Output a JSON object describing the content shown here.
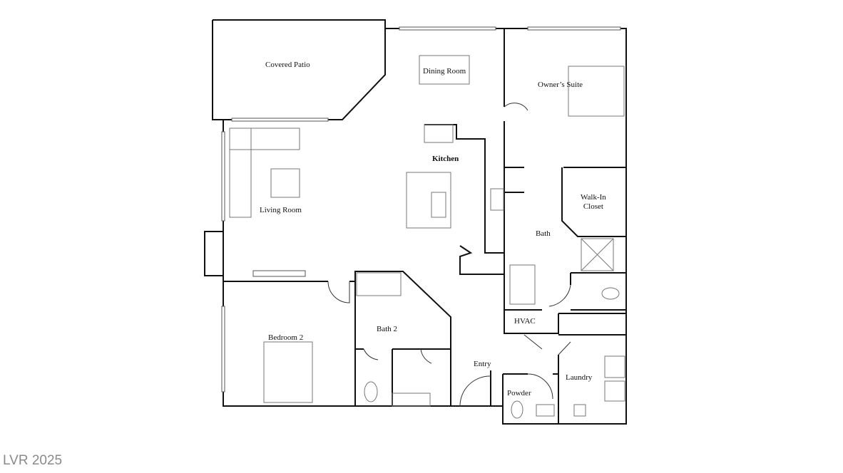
{
  "rooms": {
    "covered_patio": "Covered Patio",
    "dining_room": "Dining Room",
    "owners_suite": "Owner’s Suite",
    "kitchen": "Kitchen",
    "living_room": "Living Room",
    "walk_in_closet_1": "Walk-In",
    "walk_in_closet_2": "Closet",
    "bath": "Bath",
    "bedroom_2": "Bedroom 2",
    "bath_2": "Bath 2",
    "hvac": "HVAC",
    "entry": "Entry",
    "laundry": "Laundry",
    "powder": "Powder"
  },
  "watermark": "LVR 2025"
}
